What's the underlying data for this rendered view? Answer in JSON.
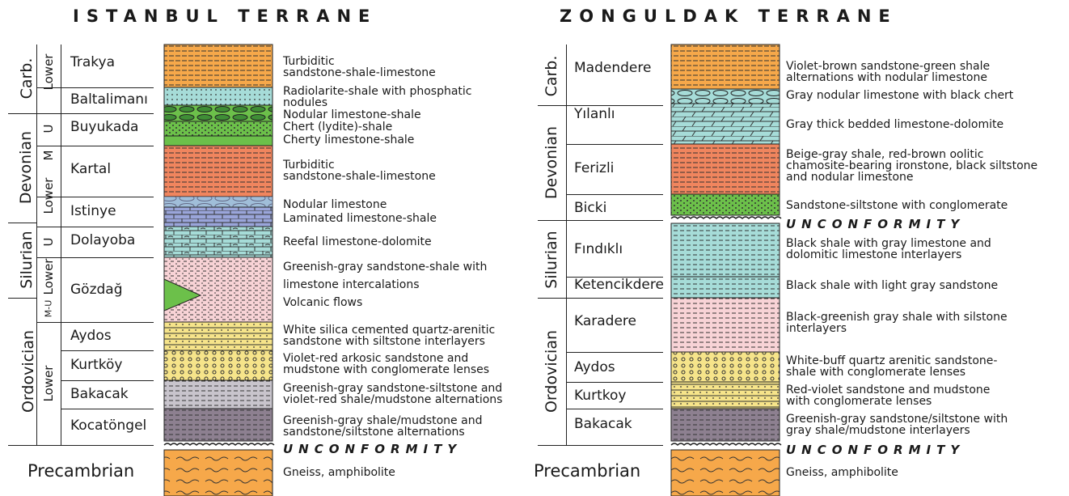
{
  "istanbul": {
    "title": "ISTANBUL TERRANE",
    "periods": [
      "Carb.",
      "Devonian",
      "Silurian",
      "Ordovician"
    ],
    "epochs": [
      "Lower",
      "U",
      "M",
      "Lower",
      "U",
      "Lower",
      "M-U",
      "Lower"
    ],
    "formations": [
      "Trakya",
      "Baltalimanı",
      "Buyukada",
      "Kartal",
      "Istinye",
      "Dolayoba",
      "Gözdağ",
      "Aydos",
      "Kurtköy",
      "Bakacak",
      "Kocatöngel"
    ],
    "descriptions": [
      [
        "Turbiditic",
        "sandstone-shale-limestone"
      ],
      [
        "Radiolarite-shale with phosphatic",
        "nodules"
      ],
      [
        "Nodular limestone-shale"
      ],
      [
        "Chert (lydite)-shale"
      ],
      [
        "Cherty limestone-shale"
      ],
      [
        "Turbiditic",
        "sandstone-shale-limestone"
      ],
      [
        "Nodular limestone"
      ],
      [
        "Laminated limestone-shale"
      ],
      [
        "Reefal limestone-dolomite"
      ],
      [
        "Greenish-gray sandstone-shale with"
      ],
      [
        "limestone intercalations"
      ],
      [
        "Volcanic flows"
      ],
      [
        "White silica cemented quartz-arenitic",
        "sandstone with siltstone interlayers"
      ],
      [
        "Violet-red arkosic sandstone and",
        "mudstone with conglomerate lenses"
      ],
      [
        "Greenish-gray sandstone-siltstone and",
        "violet-red shale/mudstone alternations"
      ],
      [
        "Greenish-gray shale/mudstone and",
        "sandstone/siltstone alternations"
      ]
    ],
    "unconformity": "UNCONFORMITY",
    "precambrian": "Precambrian",
    "basement": "Gneiss, amphibolite"
  },
  "zonguldak": {
    "title": "ZONGULDAK TERRANE",
    "periods": [
      "Carb.",
      "Devonian",
      "Silurian",
      "Ordovician"
    ],
    "formations": [
      "Madendere",
      "Yılanlı",
      "Ferizli",
      "Bicki",
      "Fındıklı",
      "Ketencikdere",
      "Karadere",
      "Aydos",
      "Kurtkoy",
      "Bakacak"
    ],
    "descriptions": [
      [
        "Violet-brown sandstone-green shale",
        "alternations with nodular limestone"
      ],
      [
        "Gray nodular limestone with black chert"
      ],
      [
        "Gray thick bedded limestone-dolomite"
      ],
      [
        "Beige-gray shale, red-brown oolitic",
        "chamosite-bearing ironstone, black siltstone",
        "and nodular limestone"
      ],
      [
        "Sandstone-siltstone with conglomerate"
      ],
      [
        "Black shale with gray limestone and",
        "dolomitic limestone interlayers"
      ],
      [
        "Black shale with light gray sandstone"
      ],
      [
        "Black-greenish gray shale with silstone",
        "interlayers"
      ],
      [
        "White-buff quartz arenitic sandstone-",
        "shale with conglomerate lenses"
      ],
      [
        "Red-violet sandstone and mudstone",
        "with conglomerate lenses"
      ],
      [
        "Greenish-gray sandstone/siltstone with",
        "gray shale/mudstone interlayers"
      ]
    ],
    "unconformity_mid": "UNCONFORMITY",
    "unconformity": "UNCONFORMITY",
    "precambrian": "Precambrian",
    "basement": "Gneiss, amphibolite"
  },
  "colors": {
    "orange": "#f6a84a",
    "cyan": "#a6dcd8",
    "green": "#6cc04a",
    "salmon": "#f0855e",
    "blue": "#9aa5da",
    "pink": "#f8d3d6",
    "yellow": "#f6e48a",
    "gray": "#c8c4cc",
    "darkgray": "#8d8090"
  }
}
